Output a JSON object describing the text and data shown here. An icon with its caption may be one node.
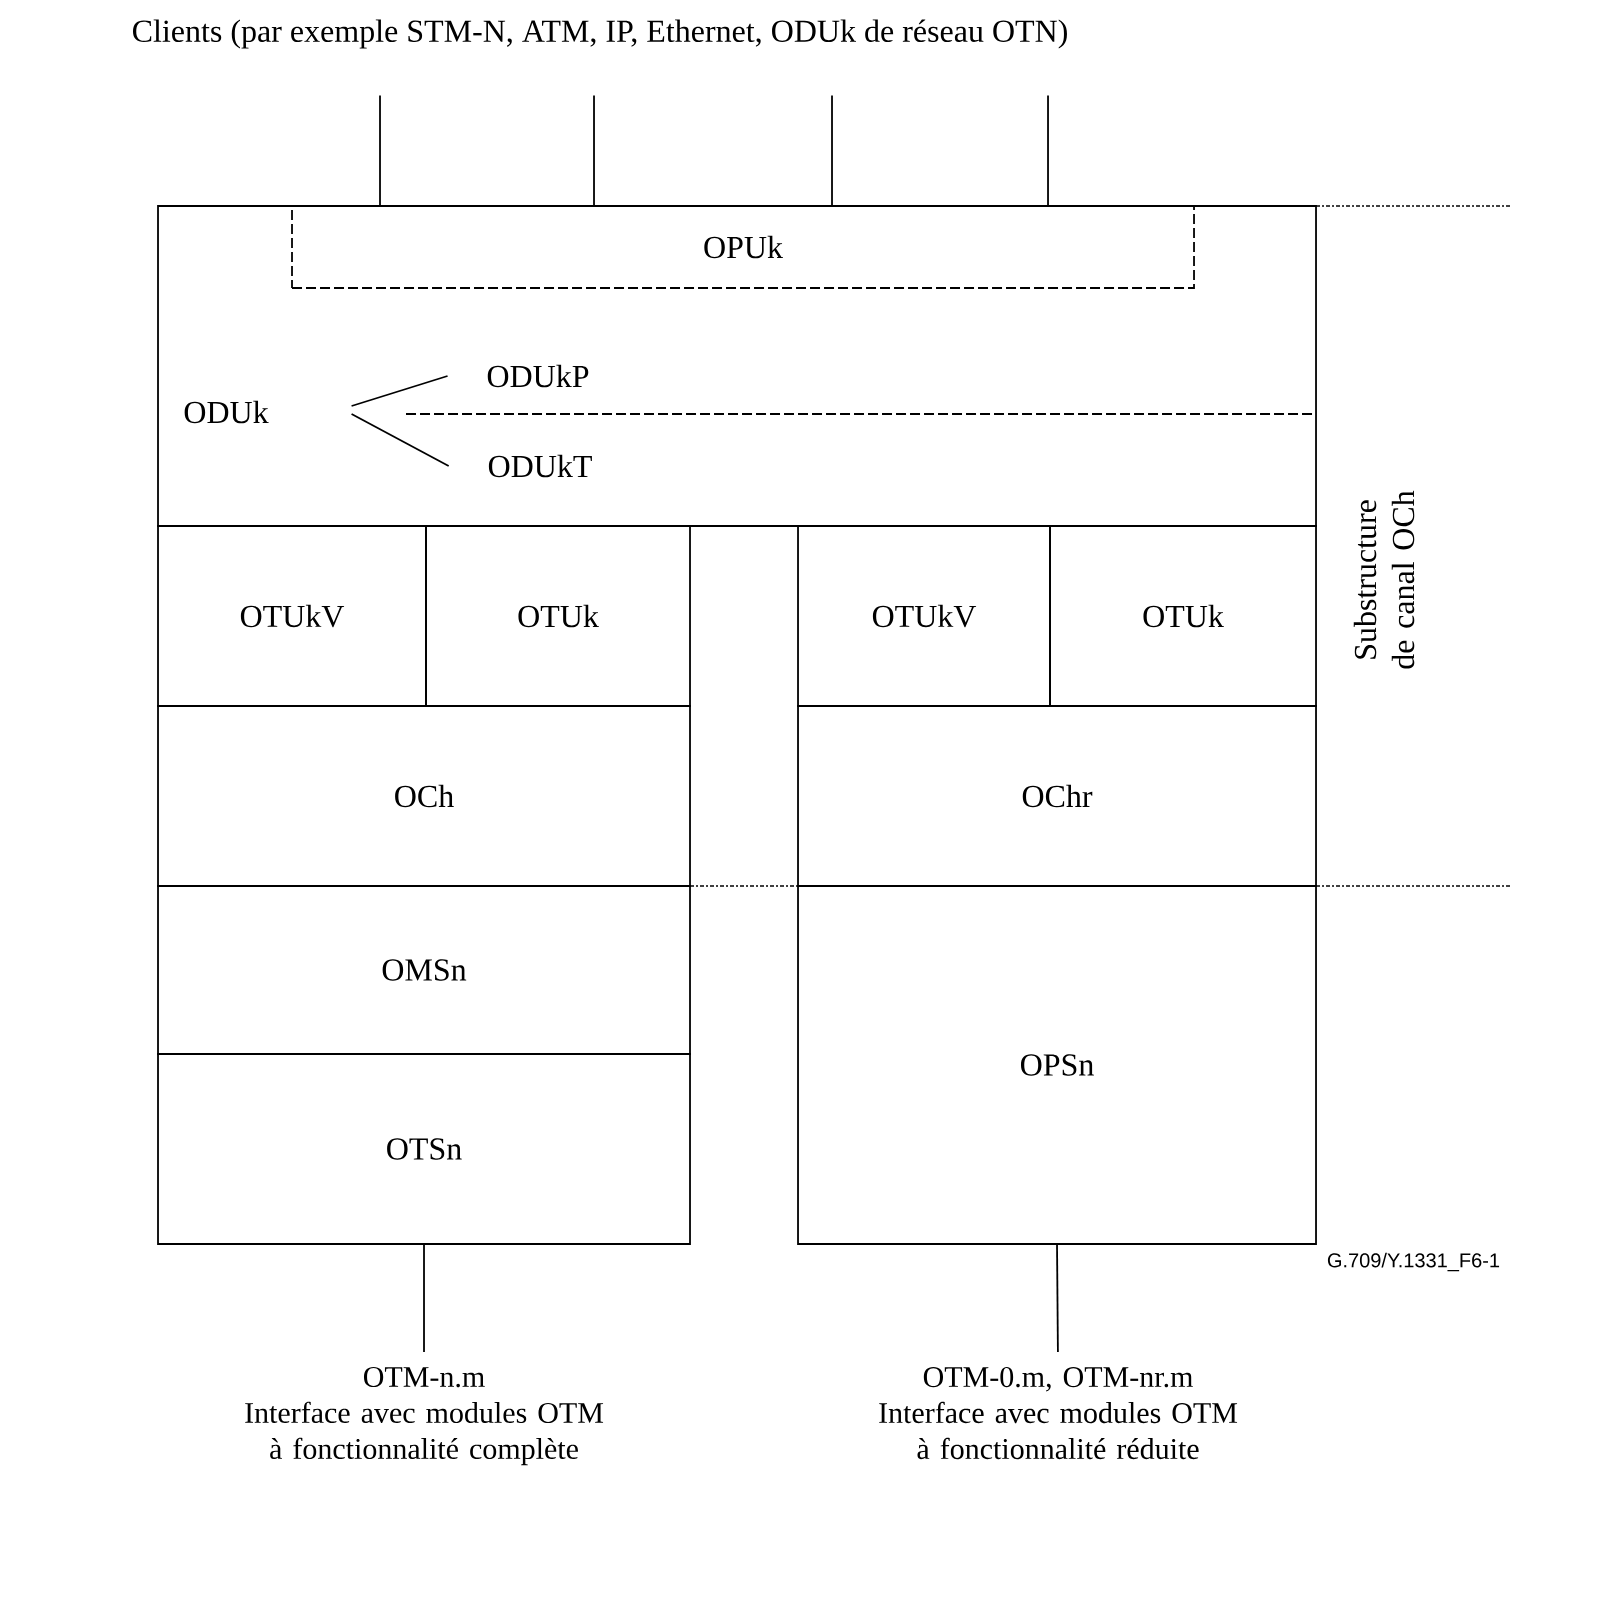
{
  "diagram": {
    "nodes": [
      {
        "text": [
          "Clients (par exemple STM-N, ATM, IP, Ethernet, ODUk de réseau OTN)"
        ]
      },
      {
        "text": [],
        "shape": "box"
      },
      {
        "text": [
          "OPUk"
        ],
        "in": 1
      },
      {
        "text": [
          "ODUk"
        ],
        "in": 1
      },
      {
        "text": [
          "ODUkP"
        ],
        "in": 1
      },
      {
        "text": [
          "ODUkT"
        ],
        "in": 1
      },
      {
        "text": [
          "OTUkV"
        ]
      },
      {
        "text": [
          "OTUk"
        ]
      },
      {
        "text": [
          "OCh"
        ]
      },
      {
        "text": [
          "OMSn"
        ]
      },
      {
        "text": [
          "OTSn"
        ]
      },
      {
        "text": [
          "OTUkV"
        ]
      },
      {
        "text": [
          "OTUk"
        ]
      },
      {
        "text": [
          "OChr"
        ]
      },
      {
        "text": [
          "OPSn"
        ]
      },
      {
        "text": [
          "OTM-n.m",
          "Interface avec modules OTM à fonctionnalité complète"
        ]
      },
      {
        "text": [
          "OTM-0.m, OTM-nr.m",
          "Interface avec modules OTM à fonctionnalité réduite"
        ]
      }
    ],
    "edges": [
      {
        "from": 0,
        "to": 2,
        "arrow": "none"
      },
      {
        "from": 0,
        "to": 2,
        "arrow": "none"
      },
      {
        "from": 0,
        "to": 2,
        "arrow": "none"
      },
      {
        "from": 0,
        "to": 2,
        "arrow": "none"
      },
      {
        "from": 3,
        "to": 4,
        "arrow": "none"
      },
      {
        "from": 3,
        "to": 5,
        "arrow": "none"
      },
      {
        "from": 10,
        "to": 15,
        "arrow": "none"
      },
      {
        "from": 14,
        "to": 16,
        "arrow": "none"
      }
    ],
    "labels": [
      "Substructure de canal OCh",
      "G.709/Y.1331_F6-1"
    ]
  }
}
